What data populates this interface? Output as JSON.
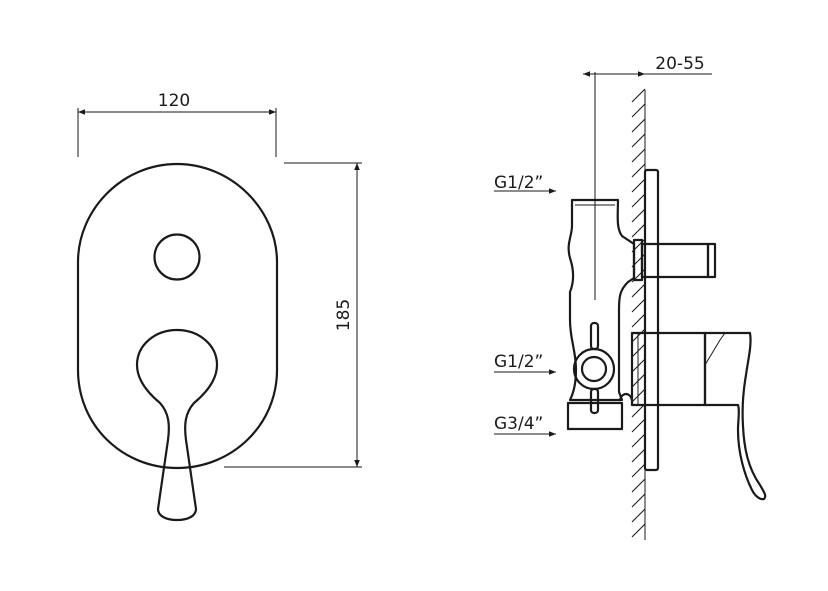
{
  "front_view": {
    "width_label": "120",
    "height_label": "185"
  },
  "side_view": {
    "wall_depth_label": "20-55",
    "inlet_top_label": "G1/2”",
    "inlet_mid_label": "G1/2”",
    "outlet_label": "G3/4”"
  }
}
